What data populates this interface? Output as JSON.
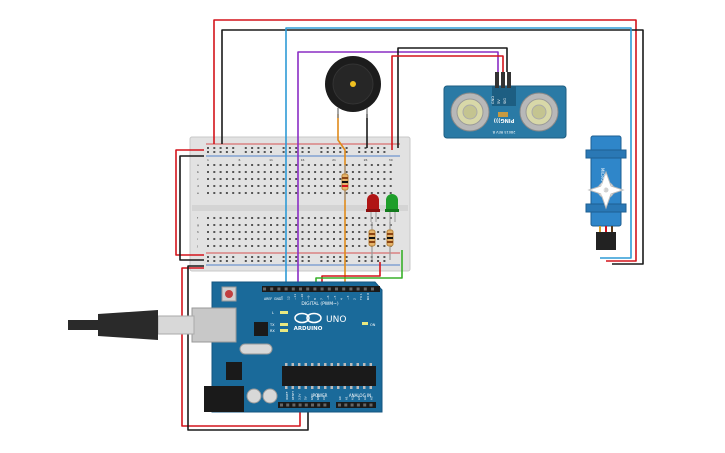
{
  "arduino": {
    "digital_header": "DIGITAL (PWM~)",
    "brand": "ARDUINO",
    "model": "UNO",
    "power_header": "POWER",
    "analog_header": "ANALOG IN",
    "aref": "AREF",
    "gnd": "GND",
    "led_l": "L",
    "led_tx": "TX",
    "led_rx": "RX",
    "on": "ON",
    "digital_pins": [
      "13",
      "12",
      "~11",
      "~10",
      "~9",
      "8",
      "7",
      "~6",
      "~5",
      "4",
      "~3",
      "2",
      "TX 1",
      "RX 0"
    ],
    "power_pins": [
      "IOREF",
      "RESET",
      "3.3V",
      "5V",
      "GND",
      "GND",
      "Vin"
    ],
    "analog_pins": [
      "A0",
      "A1",
      "A2",
      "A3",
      "A4",
      "A5"
    ]
  },
  "sensor": {
    "name": "PING)))",
    "model": "28015 REV B",
    "pins": [
      "GND",
      "5V",
      "SIG"
    ]
  },
  "servo": {
    "label": "MICRO SERVO"
  },
  "breadboard": {
    "columns": [
      "1",
      "2",
      "3",
      "4",
      "5",
      "6",
      "7",
      "8",
      "9",
      "10",
      "11",
      "12",
      "13",
      "14",
      "15",
      "16",
      "17",
      "18",
      "19",
      "20",
      "21",
      "22",
      "23",
      "24",
      "25",
      "26",
      "27",
      "28",
      "29",
      "30"
    ],
    "rows_top": [
      "a",
      "b",
      "c",
      "d",
      "e"
    ],
    "rows_bottom": [
      "f",
      "g",
      "h",
      "i",
      "j"
    ]
  },
  "components": {
    "led_red_color": "#b01515",
    "led_green_color": "#1e9e2a",
    "buzzer_color": "#1c1c1c"
  },
  "colors": {
    "board": "#1a6a9a",
    "sensor_board": "#2a7aa5",
    "servo_body": "#2f86c9",
    "wire_red": "#d4141c",
    "wire_black": "#1a1a1a",
    "wire_blue": "#2e9bd6",
    "wire_purple": "#8a2dc4",
    "wire_orange": "#e08a1a",
    "wire_green": "#38b02a"
  }
}
